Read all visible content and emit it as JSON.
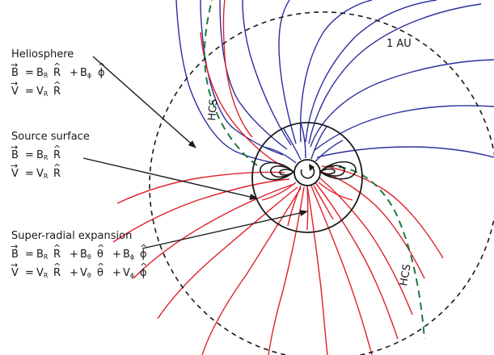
{
  "regions": [
    {
      "name": "Heliosphere",
      "eq1": {
        "lhs": "B",
        "t1c": "B",
        "t1s": "R",
        "t1u": "R",
        "t2c": "B",
        "t2s": "ϕ",
        "t2u": "ϕ"
      },
      "eq2": {
        "lhs": "V",
        "t1c": "V",
        "t1s": "R",
        "t1u": "R"
      }
    },
    {
      "name": "Source surface",
      "eq1": {
        "lhs": "B",
        "t1c": "B",
        "t1s": "R",
        "t1u": "R"
      },
      "eq2": {
        "lhs": "V",
        "t1c": "V",
        "t1s": "R",
        "t1u": "R"
      }
    },
    {
      "name": "Super-radial expansion",
      "eq1": {
        "lhs": "B",
        "t1c": "B",
        "t1s": "R",
        "t1u": "R",
        "t2c": "B",
        "t2s": "θ",
        "t2u": "θ",
        "t3c": "B",
        "t3s": "ϕ",
        "t3u": "ϕ"
      },
      "eq2": {
        "lhs": "V",
        "t1c": "V",
        "t1s": "R",
        "t1u": "R",
        "t2c": "V",
        "t2s": "θ",
        "t2u": "θ",
        "t3c": "V",
        "t3s": "ϕ",
        "t3u": "ϕ"
      }
    }
  ],
  "symbols": {
    "equals": "=",
    "plus": "+",
    "vec": "→",
    "hat": "^"
  },
  "labels": {
    "au": "1 AU",
    "hcs_upper": "HCS",
    "hcs_lower": "HCS"
  },
  "colors": {
    "closed_field": "#1a1a1a",
    "open_field_outward": "#2b2f9e",
    "open_field_inward": "#e0202a",
    "current_sheet": "#1e7a3c",
    "boundary": "#1a1a1a"
  }
}
